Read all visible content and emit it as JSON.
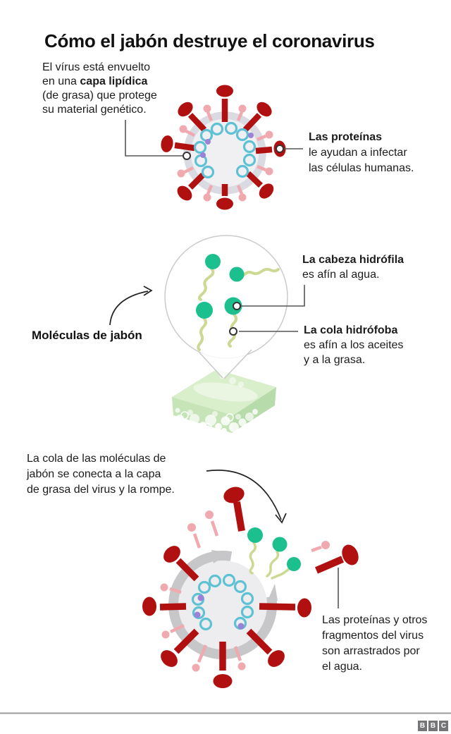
{
  "title": "Cómo el jabón destruye el coronavirus",
  "section1": {
    "intro": {
      "pre": "El vírus está envuelto\nen una ",
      "bold": "capa lipídica",
      "post": "\n(de grasa) que protege\nsu material genético."
    },
    "proteins": {
      "bold": "Las proteínas",
      "rest": "\nle ayudan a infectar\nlas células humanas."
    }
  },
  "section2": {
    "soap_label": "Moléculas de jabón",
    "head_label": {
      "bold": "La cabeza hidrófila",
      "rest": "\nes afín al agua."
    },
    "tail_label": {
      "bold": "La cola hidrófoba",
      "rest": "\nes afín a los aceites\ny a la grasa."
    }
  },
  "section3": {
    "text": "La cola de las moléculas de\njabón se conecta a la capa\nde grasa del virus y la rompe.",
    "right_text": "Las proteínas y otros\nfragmentos del virus\nson arrastrados por\nel agua."
  },
  "footer": {
    "logo_letters": [
      "B",
      "B",
      "C"
    ]
  },
  "colors": {
    "spike_red": "#b01010",
    "spike_pink": "#f0a9ae",
    "membrane_gray": "#dadae2",
    "virus_inner": "#f0f0f3",
    "rna_teal": "#5ec1d4",
    "rna_purple": "#9b82d6",
    "soap_head_green": "#1cc08f",
    "soap_tail_olive": "#ccd993",
    "soap_bar_green": "#c6e4b8",
    "broken_membrane_gray": "#c7c7ca",
    "leader_line": "#555555",
    "footer_gray": "#757577"
  }
}
